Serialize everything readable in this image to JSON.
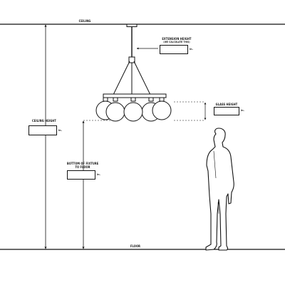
{
  "labels": {
    "ceiling": "CEILING",
    "floor": "FLOOR",
    "extension_height": "EXTENSION HEIGHT",
    "extension_note": "(WE CALCULATE THIS)",
    "glass_height": "GLASS HEIGHT",
    "ceiling_height": "CEILING HEIGHT",
    "bottom_line1": "BOTTOM OF FIXTURE",
    "bottom_line2": "TO FLOOR"
  },
  "unit": "in.",
  "fields": {
    "extension_height": "",
    "glass_height": "",
    "ceiling_height": "",
    "bottom_of_fixture": ""
  },
  "colors": {
    "line": "#111111",
    "background": "#ffffff",
    "field_border": "#111111"
  },
  "icons": {
    "fixture": "chandelier-icon",
    "person": "person-silhouette-icon"
  }
}
